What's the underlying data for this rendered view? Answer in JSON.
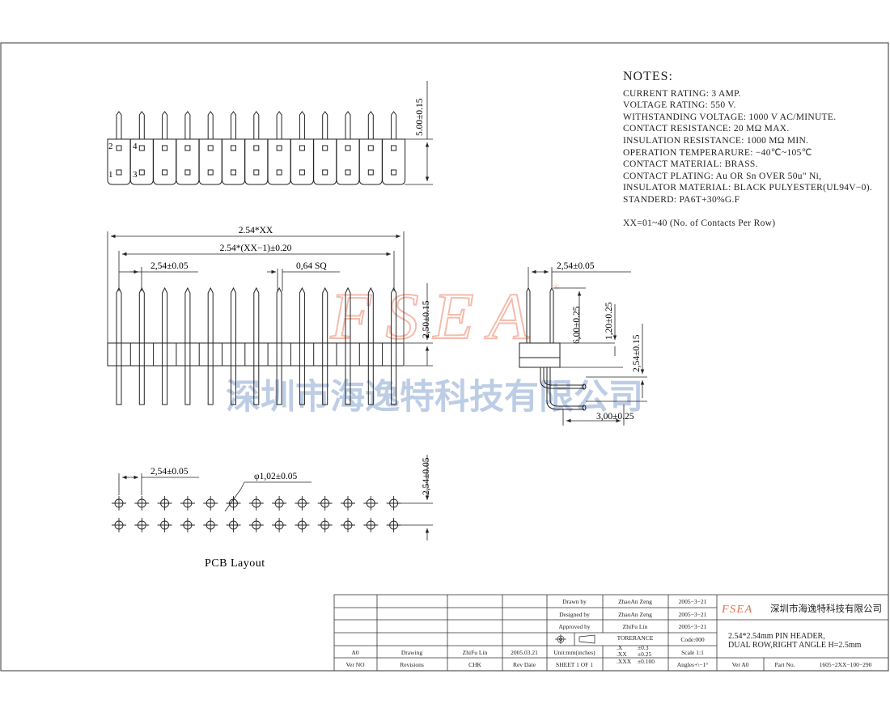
{
  "notes": {
    "title": "NOTES:",
    "lines": [
      "CURRENT RATING: 3 AMP.",
      "VOLTAGE RATING: 550 V.",
      "WITHSTANDING VOLTAGE: 1000 V AC/MINUTE.",
      "CONTACT RESISTANCE: 20 MΩ MAX.",
      "INSULATION RESISTANCE: 1000 MΩ MIN.",
      "OPERATION TEMPERARURE: −40℃~105℃",
      "CONTACT MATERIAL: BRASS.",
      "CONTACT PLATING: Au OR Sn OVER 50u\" Ni,",
      "INSULATOR MATERIAL: BLACK PULYESTER(UL94V−0).",
      "STANDERD: PA6T+30%G.F"
    ],
    "xx_note": "XX=01~40 (No. of Contacts Per Row)"
  },
  "top_view": {
    "pin1": "1",
    "pin2": "2",
    "pin3": "3",
    "pin4": "4",
    "dim_height": "5.00±0.15"
  },
  "front_view": {
    "dim_overall": "2.54*XX",
    "dim_span": "2.54*(XX−1)±0.20",
    "dim_pitch": "2,54±0.05",
    "dim_pin": "0,64 SQ",
    "dim_height": "2,50±0.15"
  },
  "side_view": {
    "dim_pitch": "2,54±0.05",
    "dim_pin_len": "6,00±0.25",
    "dim_tail": "1,20±0.25",
    "dim_row": "2,54±0.15",
    "dim_offset": "3,00±0.25"
  },
  "pcb": {
    "dim_pitch": "2,54±0.05",
    "dim_hole": "φ1,02±0.05",
    "dim_row": "2,54±0.05",
    "label": "PCB Layout"
  },
  "watermark": {
    "logo": "FSEA",
    "company_cn": "深圳市海逸特科技有限公司",
    "color_logo": "#f2a58f",
    "color_text": "#a7bddd"
  },
  "title_block": {
    "drawn_by_label": "Drawn  by",
    "drawn_by": "ZhaoAn Zeng",
    "drawn_date": "2005−3−21",
    "designed_by_label": "Designed  by",
    "designed_by": "ZhaoAn Zeng",
    "designed_date": "2005−3−21",
    "approved_by_label": "Approved  by",
    "approved_by": "ZhiFu Lin",
    "approved_date": "2005−3−21",
    "tolerance_label": "TORERANCE",
    "tol_x": ".X",
    "tol_x_val": "±0.3",
    "tol_xx": ".XX",
    "tol_xx_val": "±0.25",
    "tol_xxx": ".XXX",
    "tol_xxx_val": "±0.100",
    "code": "Code:000",
    "scale": "Scale 1:1",
    "angles": "Angles+\\−1°",
    "units": "Unit:mm(inches)",
    "sheet": "SHEET 1 OF 1",
    "rev_a0": "A0",
    "rev_drawing": "Drawing",
    "rev_chk_name": "ZhiFu Lin",
    "rev_date": "2005.03.21",
    "hdr_ver": "Ver NO",
    "hdr_revisions": "Revisions",
    "hdr_chk": "CHK",
    "hdr_rev_date": "Rev Date",
    "logo": "FSEA",
    "company": "深圳市海逸特科技有限公司",
    "part_title_1": "2.54*2.54mm PIN HEADER,",
    "part_title_2": "DUAL ROW,RIGHT ANGLE H=2.5mm",
    "ver_label": "Ver A0",
    "part_no_label": "Part No.",
    "part_no": "1605−2XX−100−290"
  }
}
